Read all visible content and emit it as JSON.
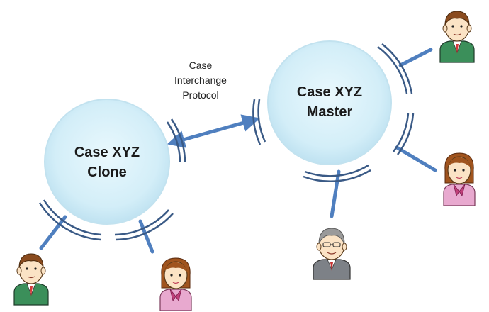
{
  "protocol_label": {
    "line1": "Case",
    "line2": "Interchange",
    "line3": "Protocol"
  },
  "master": {
    "line1": "Case XYZ",
    "line2": "Master"
  },
  "clone": {
    "line1": "Case XYZ",
    "line2": "Clone"
  },
  "colors": {
    "circle_fill": "#d7f0f9",
    "circle_edge": "#b9dced",
    "arc_stroke": "#3a5a86",
    "connector": "#4f7fbf",
    "suit_green": "#3b8f5a",
    "suit_pink": "#e8a9cf",
    "suit_gray": "#7d8187",
    "skin": "#fbe3c5",
    "hair_brown": "#8a4b1e",
    "hair_gray": "#9a9a9a"
  },
  "people": [
    {
      "role": "man",
      "attached_to": "master"
    },
    {
      "role": "woman",
      "attached_to": "master"
    },
    {
      "role": "older-man",
      "attached_to": "master"
    },
    {
      "role": "man",
      "attached_to": "clone"
    },
    {
      "role": "woman",
      "attached_to": "clone"
    }
  ]
}
